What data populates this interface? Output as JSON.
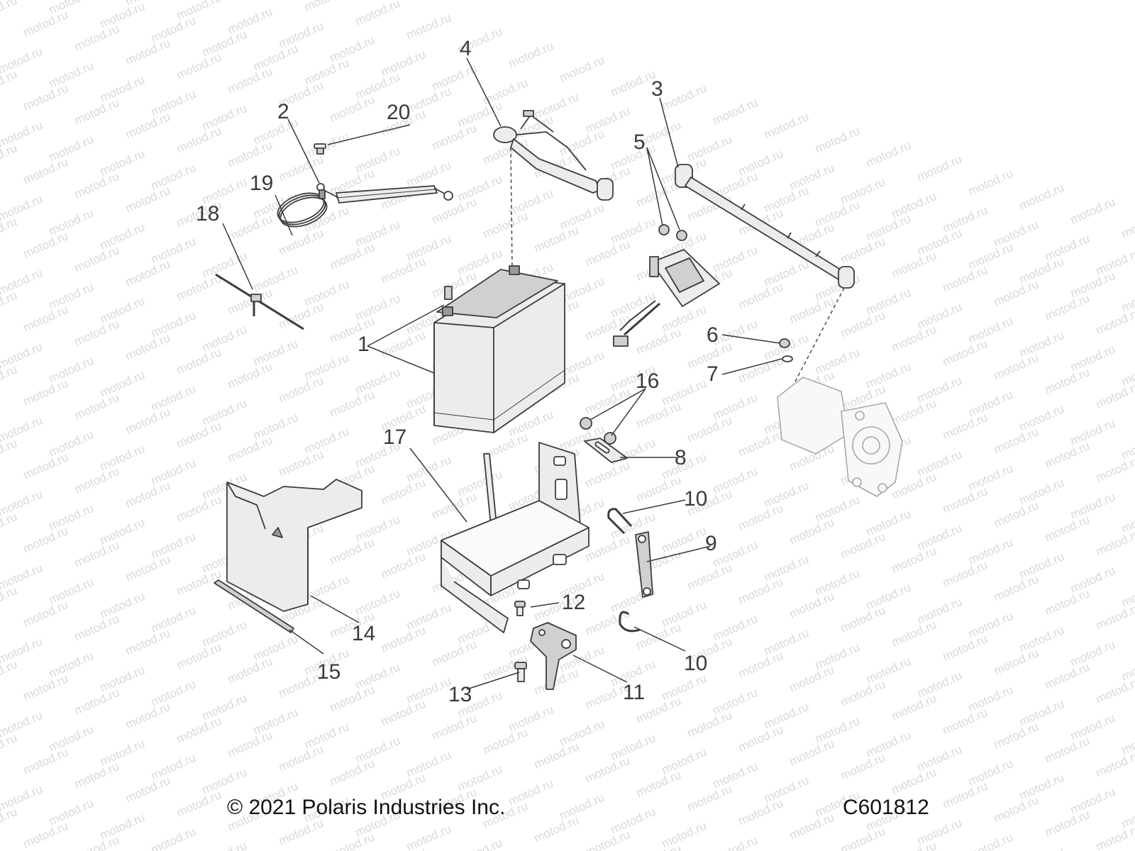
{
  "diagram": {
    "copyright": "© 2021 Polaris Industries Inc.",
    "diagram_code": "C601812",
    "watermark": "motod.ru",
    "callouts": [
      {
        "label": "1"
      },
      {
        "label": "2"
      },
      {
        "label": "3"
      },
      {
        "label": "4"
      },
      {
        "label": "5"
      },
      {
        "label": "6"
      },
      {
        "label": "7"
      },
      {
        "label": "8"
      },
      {
        "label": "9"
      },
      {
        "label": "10"
      },
      {
        "label": "10"
      },
      {
        "label": "11"
      },
      {
        "label": "12"
      },
      {
        "label": "13"
      },
      {
        "label": "14"
      },
      {
        "label": "15"
      },
      {
        "label": "16"
      },
      {
        "label": "17"
      },
      {
        "label": "18"
      },
      {
        "label": "19"
      },
      {
        "label": "20"
      }
    ]
  }
}
